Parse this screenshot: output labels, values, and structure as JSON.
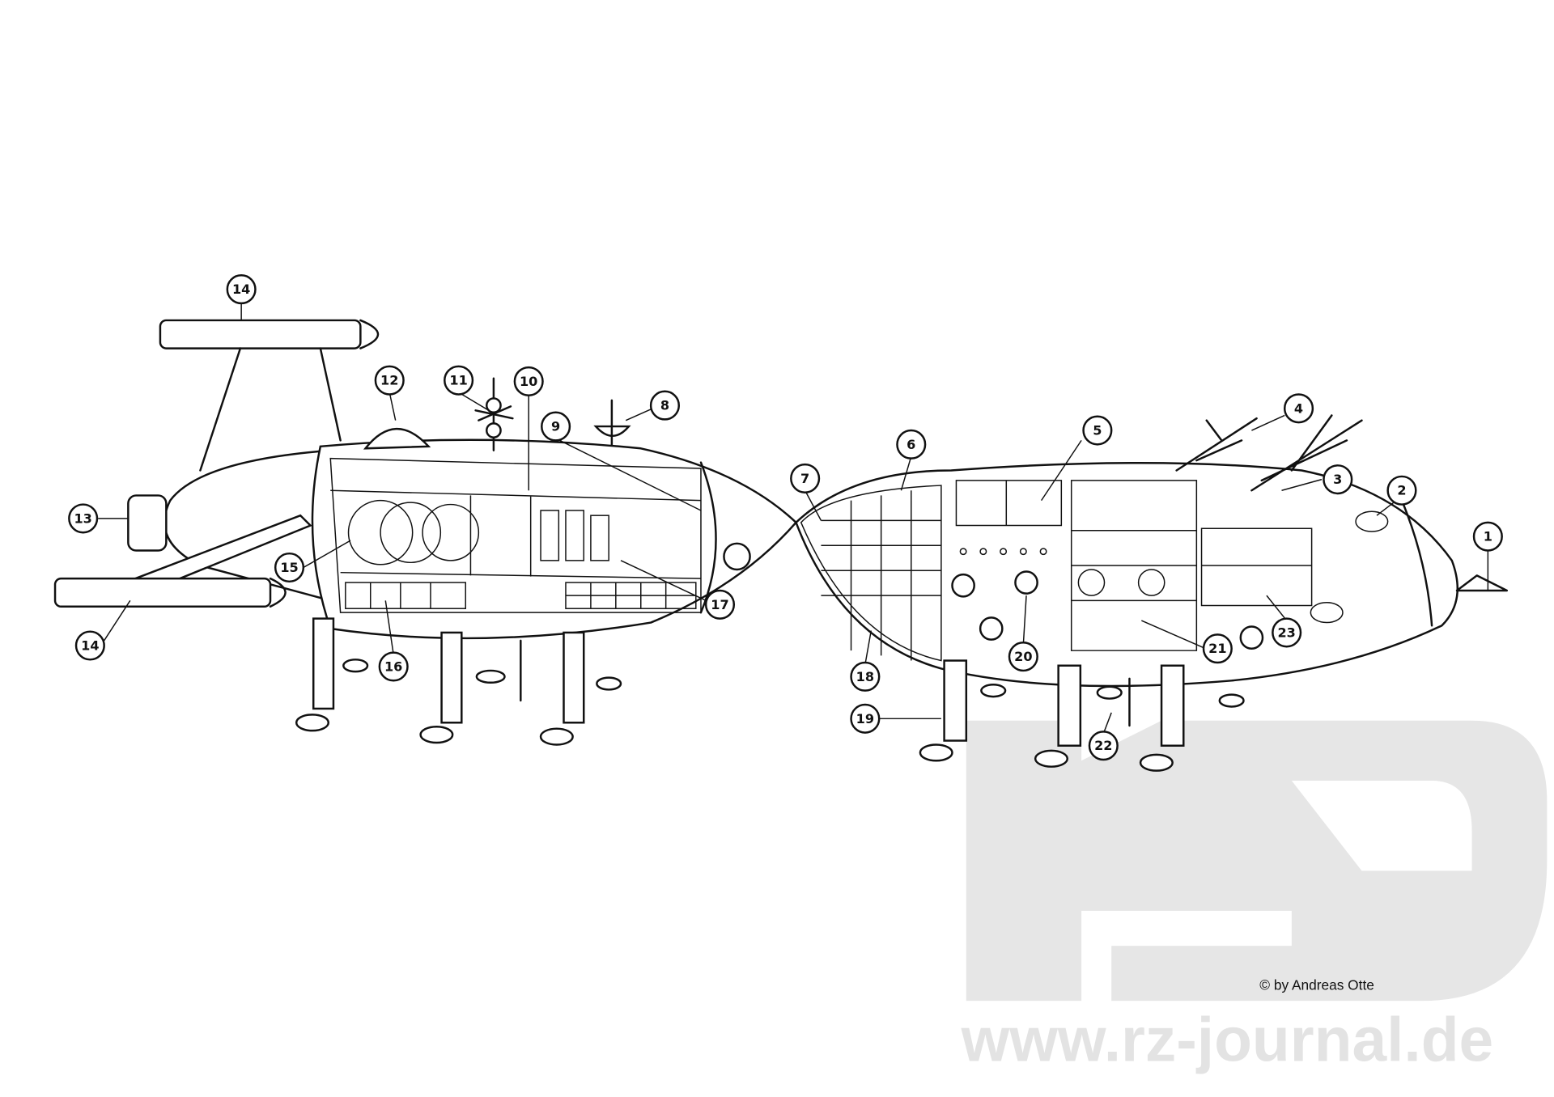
{
  "drawing": {
    "callouts": [
      "1",
      "2",
      "3",
      "4",
      "5",
      "6",
      "7",
      "8",
      "9",
      "10",
      "11",
      "12",
      "13",
      "14",
      "14",
      "15",
      "16",
      "17",
      "18",
      "19",
      "20",
      "21",
      "22",
      "23"
    ]
  },
  "watermark": {
    "text": "www.rz-journal.de"
  },
  "copyright": "© by Andreas Otte"
}
